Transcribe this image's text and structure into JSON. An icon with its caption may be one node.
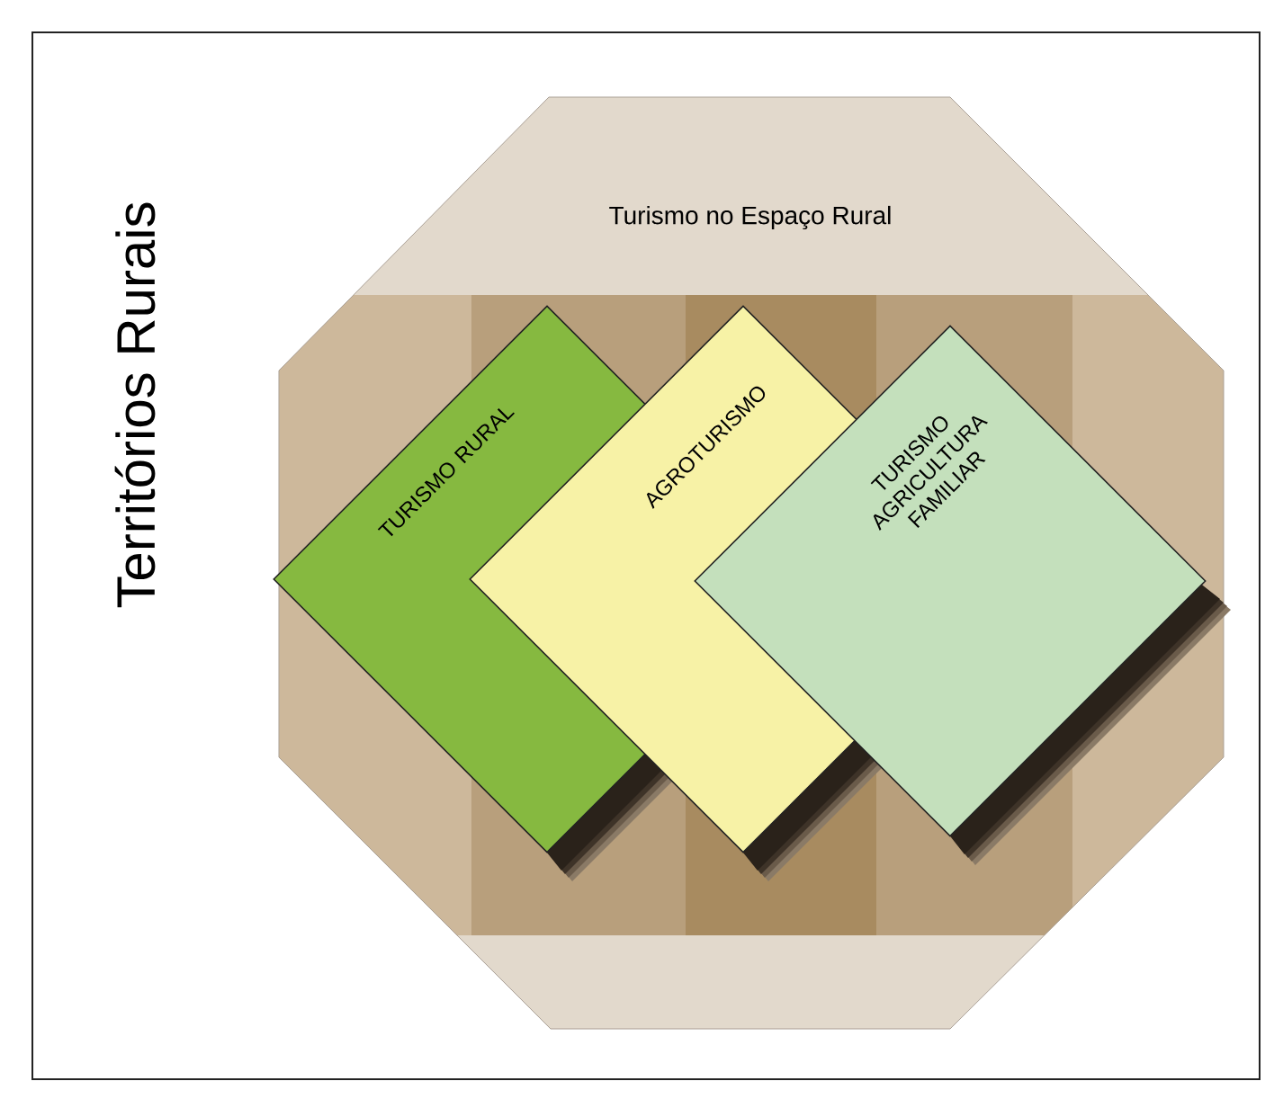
{
  "diagram": {
    "nodes": [
      {
        "text": [
          "Territórios Rurais"
        ]
      },
      {
        "text": [
          "Turismo no Espaço Rural"
        ],
        "in": 0
      },
      {
        "text": [
          "TURISMO RURAL"
        ],
        "in": 1
      },
      {
        "text": [
          "AGROTURISMO"
        ],
        "in": 1
      },
      {
        "text": [
          "TURISMO AGRICULTURA FAMILIAR"
        ],
        "in": 1
      }
    ]
  }
}
